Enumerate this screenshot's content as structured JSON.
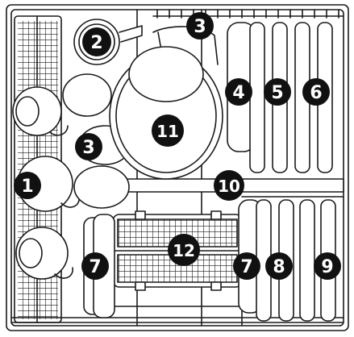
{
  "diagram": {
    "style": "line-art",
    "subject": "dishwasher-rack-loading",
    "colors": {
      "line": "#1a1a1a",
      "callout_fill": "#111111",
      "callout_text": "#ffffff",
      "background": "#ffffff"
    },
    "callouts": [
      "1",
      "2",
      "3",
      "4",
      "5",
      "6",
      "7",
      "8",
      "9",
      "10",
      "11",
      "12"
    ]
  }
}
